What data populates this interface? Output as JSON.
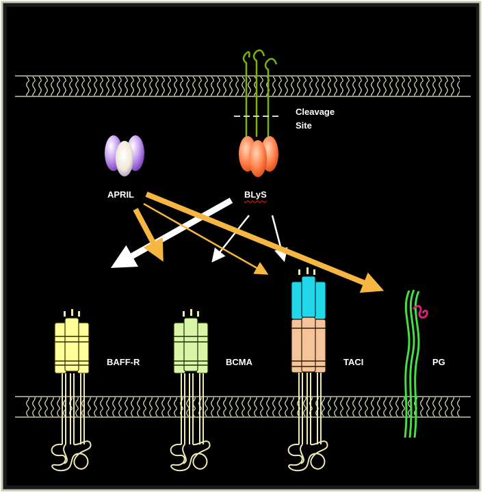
{
  "labels": {
    "cleavage_line1": "Cleavage",
    "cleavage_line2": "Site",
    "april": "APRIL",
    "blys": "BLyS",
    "baffr": "BAFF-R",
    "bcma": "BCMA",
    "taci": "TACI",
    "pg": "PG"
  },
  "colors": {
    "background": "#000000",
    "frame_outer": "#c8c8b4",
    "membrane": "#efefc8",
    "april_ligand": "#9b5de5",
    "blys_ligand": "#ff7a45",
    "blys_stalk": "#7ab800",
    "baffr_receptor": "#ffff9a",
    "bcma_receptor": "#d8f5a8",
    "taci_top": "#22d8e8",
    "taci_receptor": "#f5c49a",
    "pg_receptor": "#44e044",
    "pg_sugar": "#e0207a",
    "arrow_white": "#ffffff",
    "arrow_orange": "#f5b642",
    "tail": "#f0eab4"
  },
  "arrows": [
    {
      "from": "BLyS",
      "to": "BAFF-R",
      "color": "white",
      "weight": "heavy"
    },
    {
      "from": "APRIL",
      "to": "BCMA",
      "color": "orange",
      "weight": "heavy"
    },
    {
      "from": "BLyS",
      "to": "BCMA",
      "color": "white",
      "weight": "thin"
    },
    {
      "from": "APRIL",
      "to": "TACI",
      "color": "orange",
      "weight": "thin"
    },
    {
      "from": "BLyS",
      "to": "TACI",
      "color": "white",
      "weight": "thin"
    },
    {
      "from": "APRIL",
      "to": "PG",
      "color": "orange",
      "weight": "heavy"
    }
  ]
}
